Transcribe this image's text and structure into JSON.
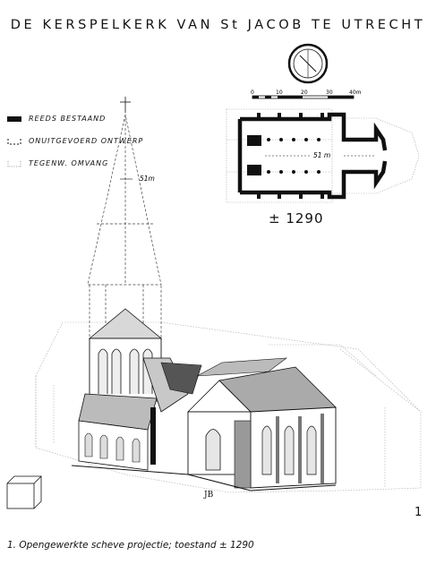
{
  "title": "DE KERSPELKERK VAN St JACOB TE UTRECHT",
  "legend": [
    {
      "key": "existing",
      "label": "REEDS BESTAAND"
    },
    {
      "key": "unexecuted",
      "label": "ONUITGEVOERD ONTWERP"
    },
    {
      "key": "current",
      "label": "TEGENW. OMVANG"
    }
  ],
  "scale_bar": {
    "ticks": [
      "0",
      "10",
      "20",
      "30",
      "40m"
    ]
  },
  "height_label_tower": "51m",
  "plan_label": "51 m",
  "date_label": "± 1290",
  "figure_number": "1",
  "caption": "1. Opengewerkte scheve projectie; toestand ± 1290",
  "signature": "JB"
}
